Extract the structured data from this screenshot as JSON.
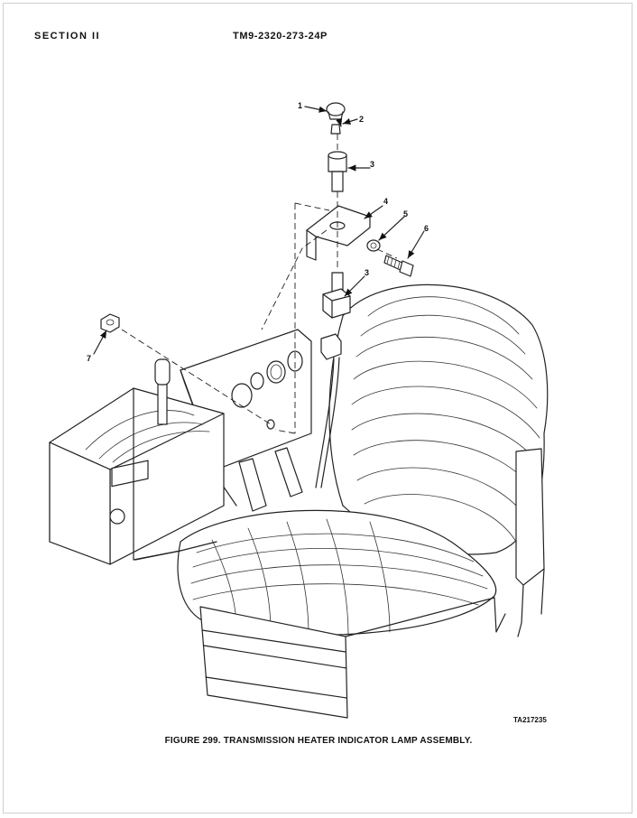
{
  "header": {
    "section": "SECTION  II",
    "manual": "TM9-2320-273-24P"
  },
  "figure": {
    "callouts": [
      "1",
      "2",
      "3",
      "4",
      "5",
      "6",
      "3",
      "7"
    ],
    "drawing_id": "TA217235",
    "caption": "FIGURE 299. TRANSMISSION HEATER INDICATOR LAMP ASSEMBLY."
  }
}
